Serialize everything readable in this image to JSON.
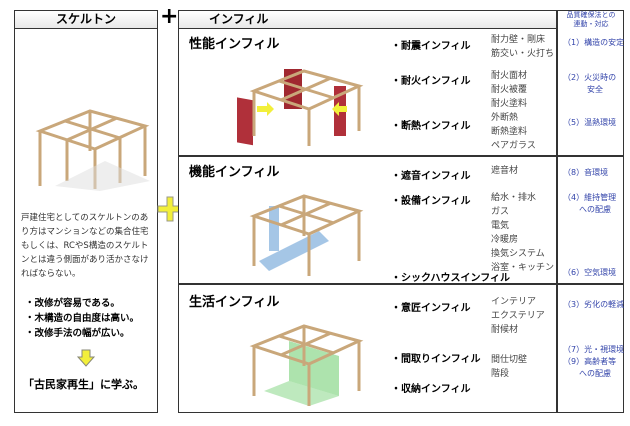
{
  "skeleton": {
    "title": "スケルトン",
    "description": "戸建住宅としてのスケルトンのあり方はマンションなどの集合住宅もしくは、RCやS構造のスケルトンとは違う側面があり活かさなければならない。",
    "bullets": [
      "・改修が容易である。",
      "・木構造の自由度は高い。",
      "・改修手法の幅が広い。"
    ],
    "conclusion": "「古民家再生」に学ぶ。"
  },
  "plus": "+",
  "infill": {
    "title": "インフィル",
    "law_header": "品質確保法との\n連動・対応",
    "sections": [
      {
        "title": "性能インフィル",
        "items": [
          {
            "name": "・耐震インフィル",
            "materials": "耐力壁・剛床\n筋交い・火打ち",
            "law": "（1）構造の安定"
          },
          {
            "name": "・耐火インフィル",
            "materials": "耐火面材\n耐火被覆\n耐火塗料",
            "law": "（2）火災時の\n　　　安全"
          },
          {
            "name": "・断熱インフィル",
            "materials": "外断熱\n断熱塗料\nペアガラス",
            "law": "（5）温熱環境"
          }
        ]
      },
      {
        "title": "機能インフィル",
        "items": [
          {
            "name": "・遮音インフィル",
            "materials": "遮音材",
            "law": "（8）音環境"
          },
          {
            "name": "・設備インフィル",
            "materials": "給水・排水\nガス\n電気\n冷暖房\n換気システム\n浴室・キッチン",
            "law": "（4）維持管理\n　　への配慮"
          },
          {
            "name": "・シックハウスインフィル",
            "materials": "",
            "law": "（6）空気環境"
          }
        ]
      },
      {
        "title": "生活インフィル",
        "items": [
          {
            "name": "・意匠インフィル",
            "materials": "インテリア\nエクステリア\n耐候材",
            "law": "（3）劣化の軽減"
          },
          {
            "name": "・間取りインフィル",
            "materials": "間仕切壁\n階段",
            "law": "（7）光・視環境\n（9）高齢者等\n　　への配慮"
          },
          {
            "name": "・収納インフィル",
            "materials": "",
            "law": ""
          }
        ]
      }
    ]
  },
  "colors": {
    "border": "#333333",
    "link": "#3344aa",
    "wood": "#c9a77a",
    "red": "#b0303a",
    "blue": "#8fb8e0",
    "green": "#5cc85c",
    "yellow": "#f2ef3a"
  }
}
